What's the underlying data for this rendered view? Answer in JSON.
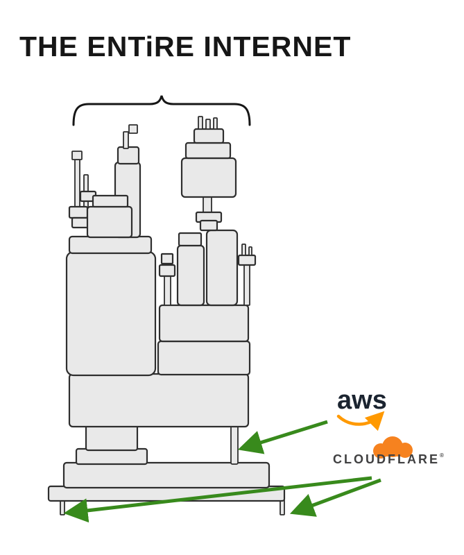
{
  "title": "THE ENTiRE INTERNET",
  "aws": {
    "label": "aws"
  },
  "cloudflare": {
    "label": "CLOUDFLARE",
    "registered_mark": "®"
  },
  "colors": {
    "background": "#ffffff",
    "ink": "#161616",
    "block_fill": "#e9e9e9",
    "block_stroke": "#2e2e2e",
    "arrow_green": "#388a1c",
    "aws_text": "#1b2430",
    "aws_smile_orange": "#ff9900",
    "cloudflare_orange": "#f6821f",
    "cloudflare_text": "#404041"
  }
}
